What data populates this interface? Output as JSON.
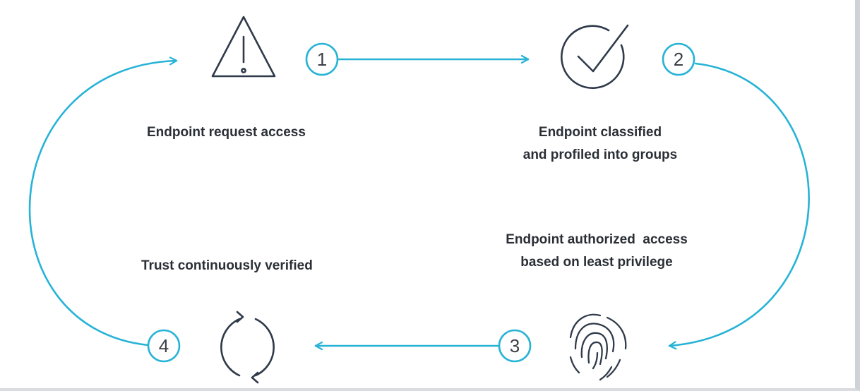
{
  "diagram": {
    "accent_color": "#27b3d6",
    "icon_color": "#2f3a4a",
    "steps": [
      {
        "number": "1",
        "icon": "warning-triangle-icon",
        "lines": [
          "Endpoint request access"
        ]
      },
      {
        "number": "2",
        "icon": "checkmark-circle-icon",
        "lines": [
          "Endpoint classified",
          "and profiled into groups"
        ]
      },
      {
        "number": "3",
        "icon": "fingerprint-icon",
        "lines": [
          "Endpoint authorized  access",
          "based on least privilege"
        ]
      },
      {
        "number": "4",
        "icon": "refresh-cycle-icon",
        "lines": [
          "Trust continuously verified"
        ]
      }
    ]
  }
}
